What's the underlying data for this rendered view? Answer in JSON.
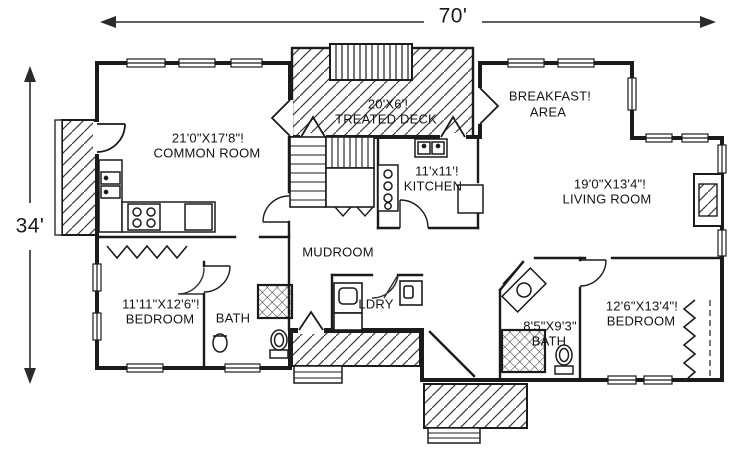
{
  "dimensions": {
    "width": "70'",
    "height": "34'"
  },
  "rooms": {
    "common_room": {
      "size": "21'0\"X17'8\"!",
      "name": "COMMON ROOM"
    },
    "treated_deck": {
      "size": "20'X6'!",
      "name": "TREATED DECK"
    },
    "breakfast_area": {
      "line1": "BREAKFAST!",
      "line2": "AREA"
    },
    "kitchen": {
      "size": "11'x11'!",
      "name": "KITCHEN"
    },
    "living_room": {
      "size": "19'0\"X13'4\"!",
      "name": "LIVING ROOM"
    },
    "mudroom": {
      "name": "MUDROOM"
    },
    "bedroom_left": {
      "size": "11'11\"X12'6\"!",
      "name": "BEDROOM"
    },
    "bath_left": {
      "name": "BATH"
    },
    "laundry": {
      "name": "LDRY"
    },
    "bath_right": {
      "size": "8'5\"X9'3\"",
      "name": "BATH"
    },
    "bedroom_right": {
      "size": "12'6\"X13'4\"!",
      "name": "BEDROOM"
    }
  },
  "colors": {
    "ink": "#1b1b1b",
    "background": "#ffffff",
    "hatch": "#3a3a3a"
  }
}
